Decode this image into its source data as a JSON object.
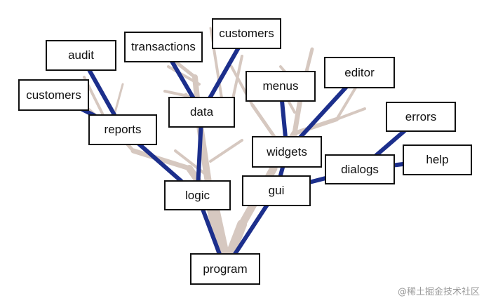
{
  "diagram": {
    "tree_color": "#d6c8c0",
    "tree_outline": "#8d7f78",
    "link_color": "#1c2f8c",
    "nodes": [
      {
        "id": "program",
        "label": "program"
      },
      {
        "id": "logic",
        "label": "logic"
      },
      {
        "id": "gui",
        "label": "gui"
      },
      {
        "id": "data",
        "label": "data"
      },
      {
        "id": "reports",
        "label": "reports"
      },
      {
        "id": "audit",
        "label": "audit"
      },
      {
        "id": "customers_left",
        "label": "customers"
      },
      {
        "id": "transactions",
        "label": "transactions"
      },
      {
        "id": "customers_top",
        "label": "customers"
      },
      {
        "id": "widgets",
        "label": "widgets"
      },
      {
        "id": "menus",
        "label": "menus"
      },
      {
        "id": "editor",
        "label": "editor"
      },
      {
        "id": "dialogs",
        "label": "dialogs"
      },
      {
        "id": "errors",
        "label": "errors"
      },
      {
        "id": "help",
        "label": "help"
      }
    ],
    "edges": [
      [
        "program",
        "logic"
      ],
      [
        "program",
        "gui"
      ],
      [
        "logic",
        "data"
      ],
      [
        "logic",
        "reports"
      ],
      [
        "reports",
        "audit"
      ],
      [
        "reports",
        "customers_left"
      ],
      [
        "data",
        "transactions"
      ],
      [
        "data",
        "customers_top"
      ],
      [
        "gui",
        "widgets"
      ],
      [
        "gui",
        "dialogs"
      ],
      [
        "widgets",
        "menus"
      ],
      [
        "widgets",
        "editor"
      ],
      [
        "dialogs",
        "errors"
      ],
      [
        "dialogs",
        "help"
      ]
    ]
  },
  "watermark": "@稀土掘金技术社区"
}
